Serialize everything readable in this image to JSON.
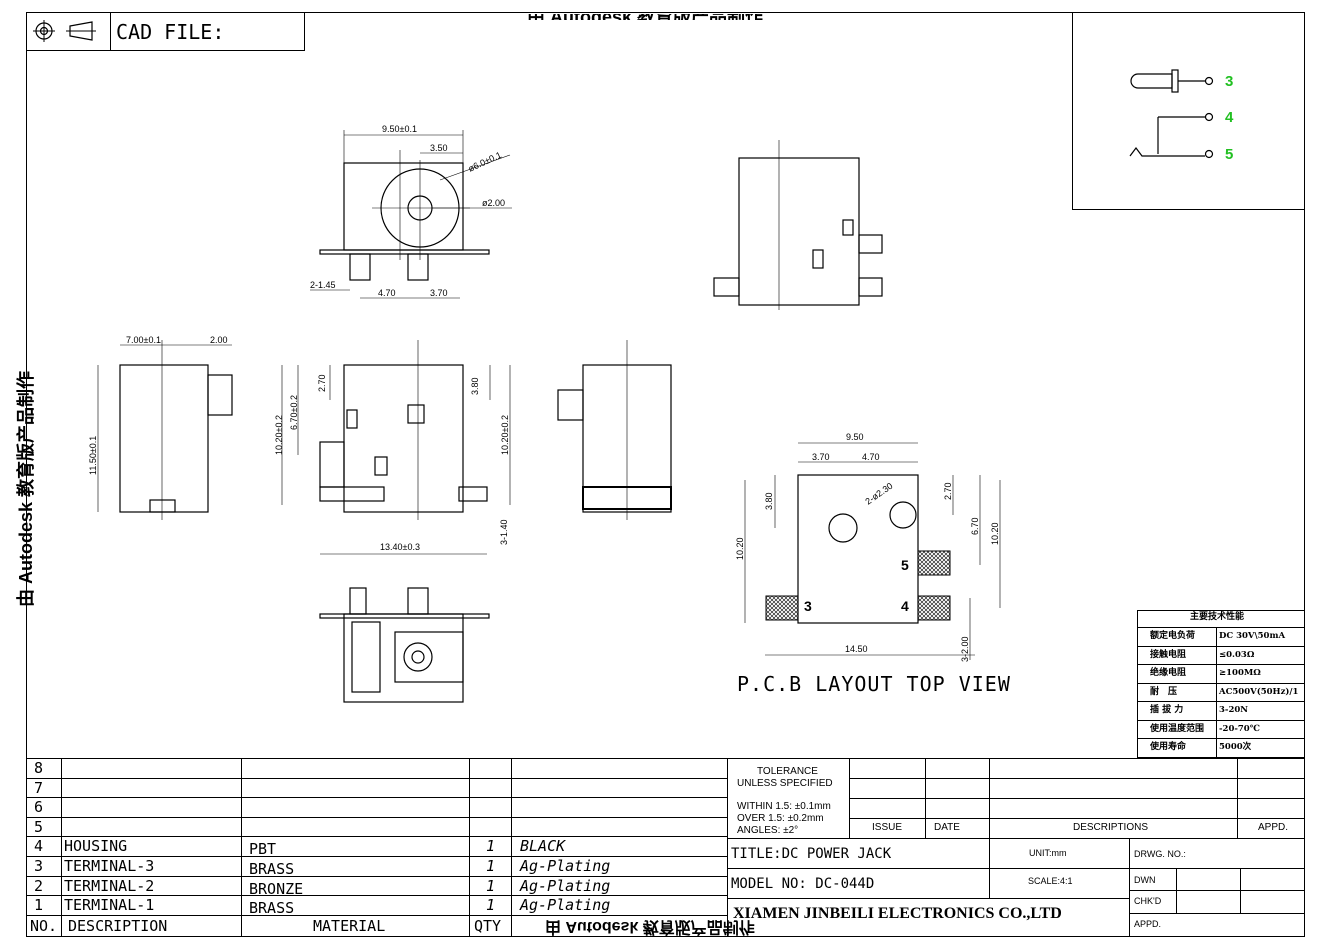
{
  "header": {
    "cad_label": "CAD FILE:",
    "watermark_top": "由 Autodesk 教育版产品制作",
    "watermark_left": "由 Autodesk 教育版产品制作",
    "watermark_bottom": "由 Autodesk 教育版产品制作"
  },
  "schematic": {
    "pins": [
      "3",
      "4",
      "5"
    ]
  },
  "dimensions": {
    "front_width": "9.50±0.1",
    "front_offset": "3.50",
    "front_outer_dia": "ø6.0±0.1",
    "front_inner_dia": "ø2.00",
    "front_pin_width": "2-1.45",
    "front_pitch_a": "4.70",
    "front_pitch_b": "3.70",
    "side_depth": "7.00±0.1",
    "side_extra": "2.00",
    "side_height": "11.50±0.1",
    "top_h1": "10.20±0.2",
    "top_h2": "6.70±0.2",
    "top_h3": "2.70",
    "top_h4": "3.80",
    "top_h5": "10.20±0.2",
    "top_length": "13.40±0.3",
    "top_pin": "3-1.40",
    "pcb_w1": "9.50",
    "pcb_w2": "3.70",
    "pcb_w3": "4.70",
    "pcb_dia": "2-ø2.30",
    "pcb_v1": "3.80",
    "pcb_v2": "2.70",
    "pcb_v3": "6.70",
    "pcb_left_h": "10.20",
    "pcb_right_h": "10.20",
    "pcb_total_w": "14.50",
    "pcb_pad": "3-2.00",
    "pcb_pad_3": "3",
    "pcb_pad_4": "4",
    "pcb_pad_5": "5"
  },
  "pcb_title": "P.C.B LAYOUT TOP VIEW",
  "spec_table": {
    "title": "主要技术性能",
    "rows": [
      {
        "label": "额定电负荷",
        "value": "DC 30V\\50mA"
      },
      {
        "label": "接触电阻",
        "value": "≤0.03Ω"
      },
      {
        "label": "绝缘电阻",
        "value": "≥100MΩ"
      },
      {
        "label": "耐　压",
        "value": "AC500V(50Hz)/1"
      },
      {
        "label": "插 拔 力",
        "value": "3-20N"
      },
      {
        "label": "使用温度范围",
        "value": "-20-70℃"
      },
      {
        "label": "使用寿命",
        "value": "5000次"
      }
    ]
  },
  "bom": {
    "header": {
      "no": "NO.",
      "description": "DESCRIPTION",
      "material": "MATERIAL",
      "qty": "QTY"
    },
    "rows": [
      {
        "no": "8",
        "description": "",
        "material": "",
        "qty": "",
        "finish": ""
      },
      {
        "no": "7",
        "description": "",
        "material": "",
        "qty": "",
        "finish": ""
      },
      {
        "no": "6",
        "description": "",
        "material": "",
        "qty": "",
        "finish": ""
      },
      {
        "no": "5",
        "description": "",
        "material": "",
        "qty": "",
        "finish": ""
      },
      {
        "no": "4",
        "description": "HOUSING",
        "material": "PBT",
        "qty": "1",
        "finish": "BLACK"
      },
      {
        "no": "3",
        "description": "TERMINAL-3",
        "material": "BRASS",
        "qty": "1",
        "finish": "Ag-Plating"
      },
      {
        "no": "2",
        "description": "TERMINAL-2",
        "material": "BRONZE",
        "qty": "1",
        "finish": "Ag-Plating"
      },
      {
        "no": "1",
        "description": "TERMINAL-1",
        "material": "BRASS",
        "qty": "1",
        "finish": "Ag-Plating"
      }
    ]
  },
  "title_block": {
    "tolerance_1": "TOLERANCE",
    "tolerance_2": "UNLESS SPECIFIED",
    "within": "WITHIN 1.5: ±0.1mm",
    "over": "OVER 1.5: ±0.2mm",
    "angles": "ANGLES: ±2°",
    "issue": "ISSUE",
    "date": "DATE",
    "descriptions": "DESCRIPTIONS",
    "appd": "APPD.",
    "title": "TITLE:DC POWER JACK",
    "model": "MODEL NO: DC-044D",
    "unit": "UNIT:mm",
    "scale": "SCALE:4:1",
    "drwg": "DRWG. NO.:",
    "dwn": "DWN",
    "chkd": "CHK'D",
    "appd2": "APPD.",
    "company": "XIAMEN JINBEILI ELECTRONICS CO.,LTD"
  }
}
